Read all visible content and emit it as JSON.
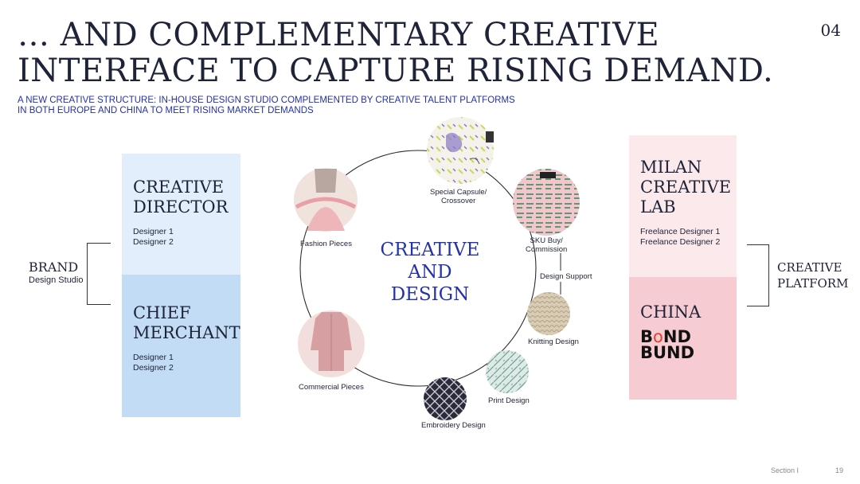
{
  "header": {
    "title_line1": "… AND COMPLEMENTARY CREATIVE",
    "title_line2": "INTERFACE TO CAPTURE RISING DEMAND.",
    "subtitle_line1": "A NEW CREATIVE STRUCTURE: IN-HOUSE DESIGN STUDIO COMPLEMENTED BY CREATIVE TALENT PLATFORMS",
    "subtitle_line2": "IN BOTH EUROPE AND CHINA TO MEET RISING MARKET DEMANDS",
    "page_tag": "04"
  },
  "left": {
    "group_title": "BRAND",
    "group_subtitle": "Design Studio",
    "creative_director": {
      "title_line1": "CREATIVE",
      "title_line2": "DIRECTOR",
      "items": [
        "Designer 1",
        "Designer 2"
      ]
    },
    "chief_merchant": {
      "title_line1": "CHIEF",
      "title_line2": "MERCHANT",
      "items": [
        "Designer 1",
        "Designer 2"
      ]
    }
  },
  "right": {
    "group_title_line1": "CREATIVE",
    "group_title_line2": "PLATFORM",
    "milan": {
      "title_line1": "MILAN",
      "title_line2": "CREATIVE",
      "title_line3": "LAB",
      "items": [
        "Freelance Designer 1",
        "Freelance Designer 2"
      ]
    },
    "china": {
      "title": "CHINA",
      "logo_line1_a": "B",
      "logo_line1_b": "o",
      "logo_line1_c": "ND",
      "logo_line2": "BUND"
    }
  },
  "center": {
    "line1": "CREATIVE",
    "line2": "AND",
    "line3": "DESIGN",
    "nodes": {
      "capsule": [
        "Special Capsule/",
        "Crossover"
      ],
      "sku": [
        "SKU Buy/",
        "Commission"
      ],
      "support": "Design Support",
      "knitting": "Knitting Design",
      "print": "Print Design",
      "embroidery": "Embroidery Design",
      "commercial": "Commercial Pieces",
      "fashion": "Fashion Pieces"
    }
  },
  "footer": {
    "section": "Section I",
    "page": "19"
  },
  "colors": {
    "navy": "#1e2338",
    "accent_blue": "#2432a8",
    "light_blue": "#e2eefb",
    "mid_blue": "#c2dcf5",
    "light_pink": "#fce9ec",
    "mid_pink": "#f6cbd1"
  }
}
